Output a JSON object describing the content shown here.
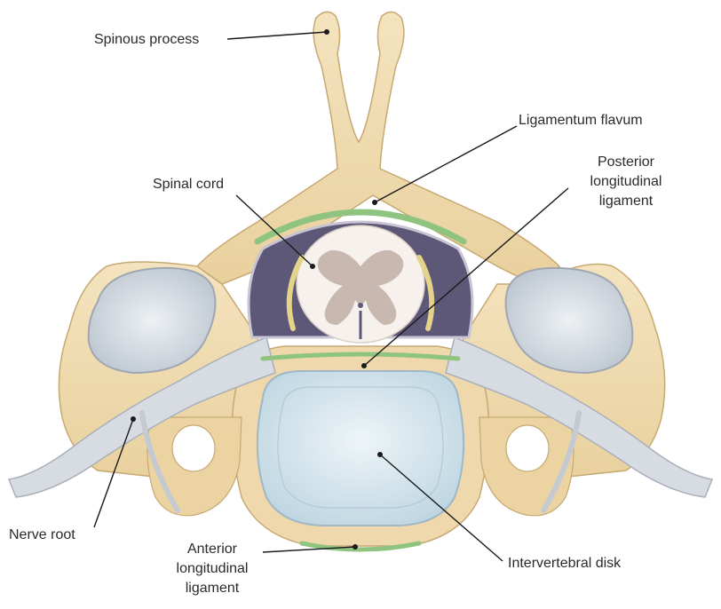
{
  "labels": {
    "spinous_process": "Spinous process",
    "ligamentum_flavum": "Ligamentum flavum",
    "posterior_longitudinal_ligament": [
      "Posterior",
      "longitudinal",
      "ligament"
    ],
    "spinal_cord": "Spinal cord",
    "nerve_root": "Nerve root",
    "anterior_longitudinal_ligament": [
      "Anterior",
      "longitudinal",
      "ligament"
    ],
    "intervertebral_disk": "Intervertebral disk"
  },
  "colors": {
    "bone": "#F2DFB5",
    "bone_shadow": "#D9BE86",
    "bone_outline": "#C7A872",
    "ligament_green": "#8FC480",
    "canal_dark": "#5E5878",
    "cord_white": "#F6F1EC",
    "gray_matter": "#C9B8B0",
    "disk": "#DCE9F0",
    "nerve": "#D7DBE2",
    "nerve_outline": "#A9AFBA",
    "leader": "#1a1a1a"
  }
}
